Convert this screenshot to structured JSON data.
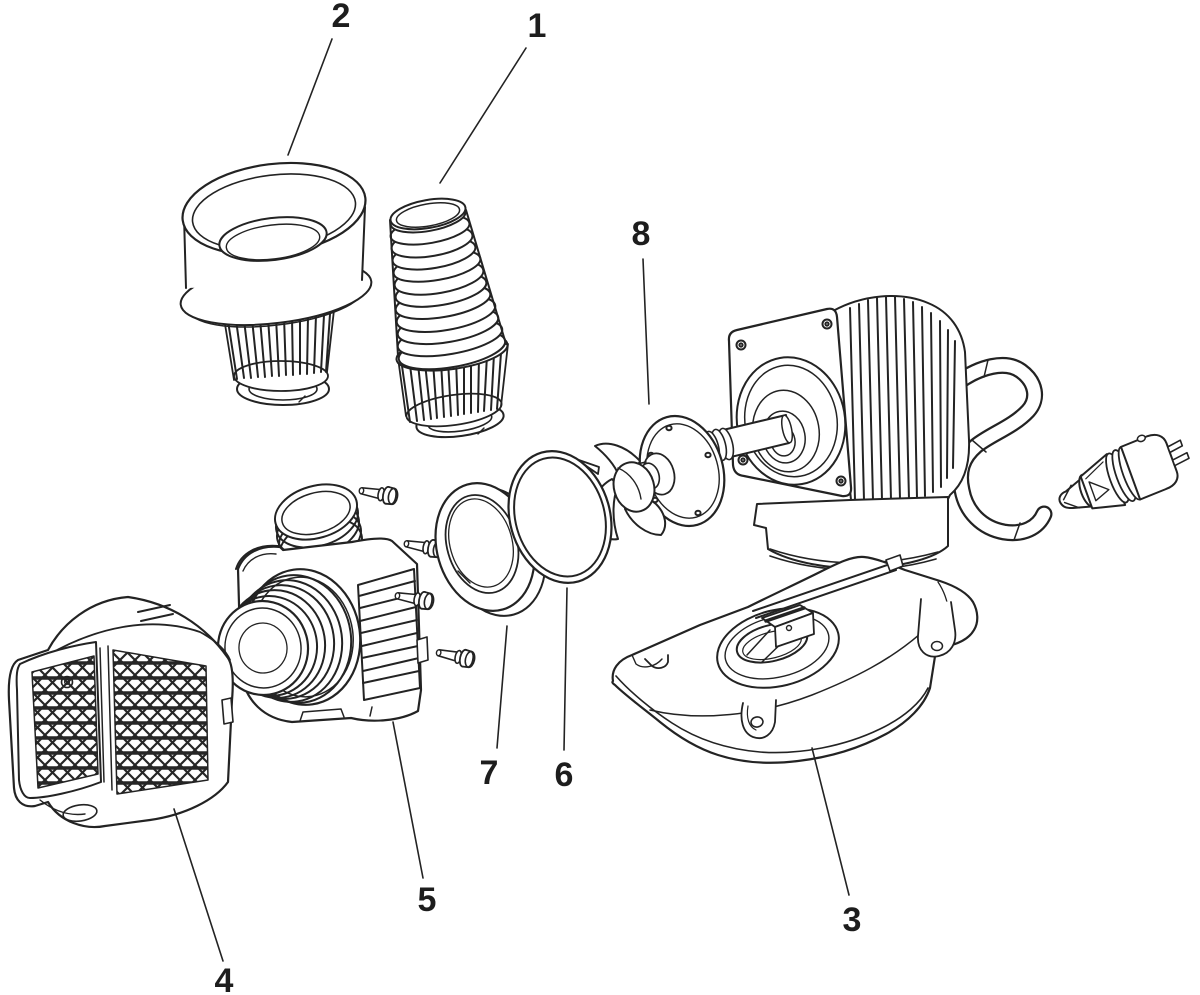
{
  "diagram": {
    "type": "exploded-parts-diagram",
    "subject": "pond-pump",
    "background_color": "#ffffff",
    "line_color": "#232323",
    "callouts": [
      {
        "number": "1",
        "part": "stepped-hose-tail-adapter"
      },
      {
        "number": "2",
        "part": "threaded-connector-cap"
      },
      {
        "number": "3",
        "part": "base-stand"
      },
      {
        "number": "4",
        "part": "strainer-filter-cage"
      },
      {
        "number": "5",
        "part": "pump-housing"
      },
      {
        "number": "6",
        "part": "o-ring-seal"
      },
      {
        "number": "7",
        "part": "seal-retainer-ring"
      },
      {
        "number": "8",
        "part": "impeller-rotor-unit"
      }
    ]
  }
}
